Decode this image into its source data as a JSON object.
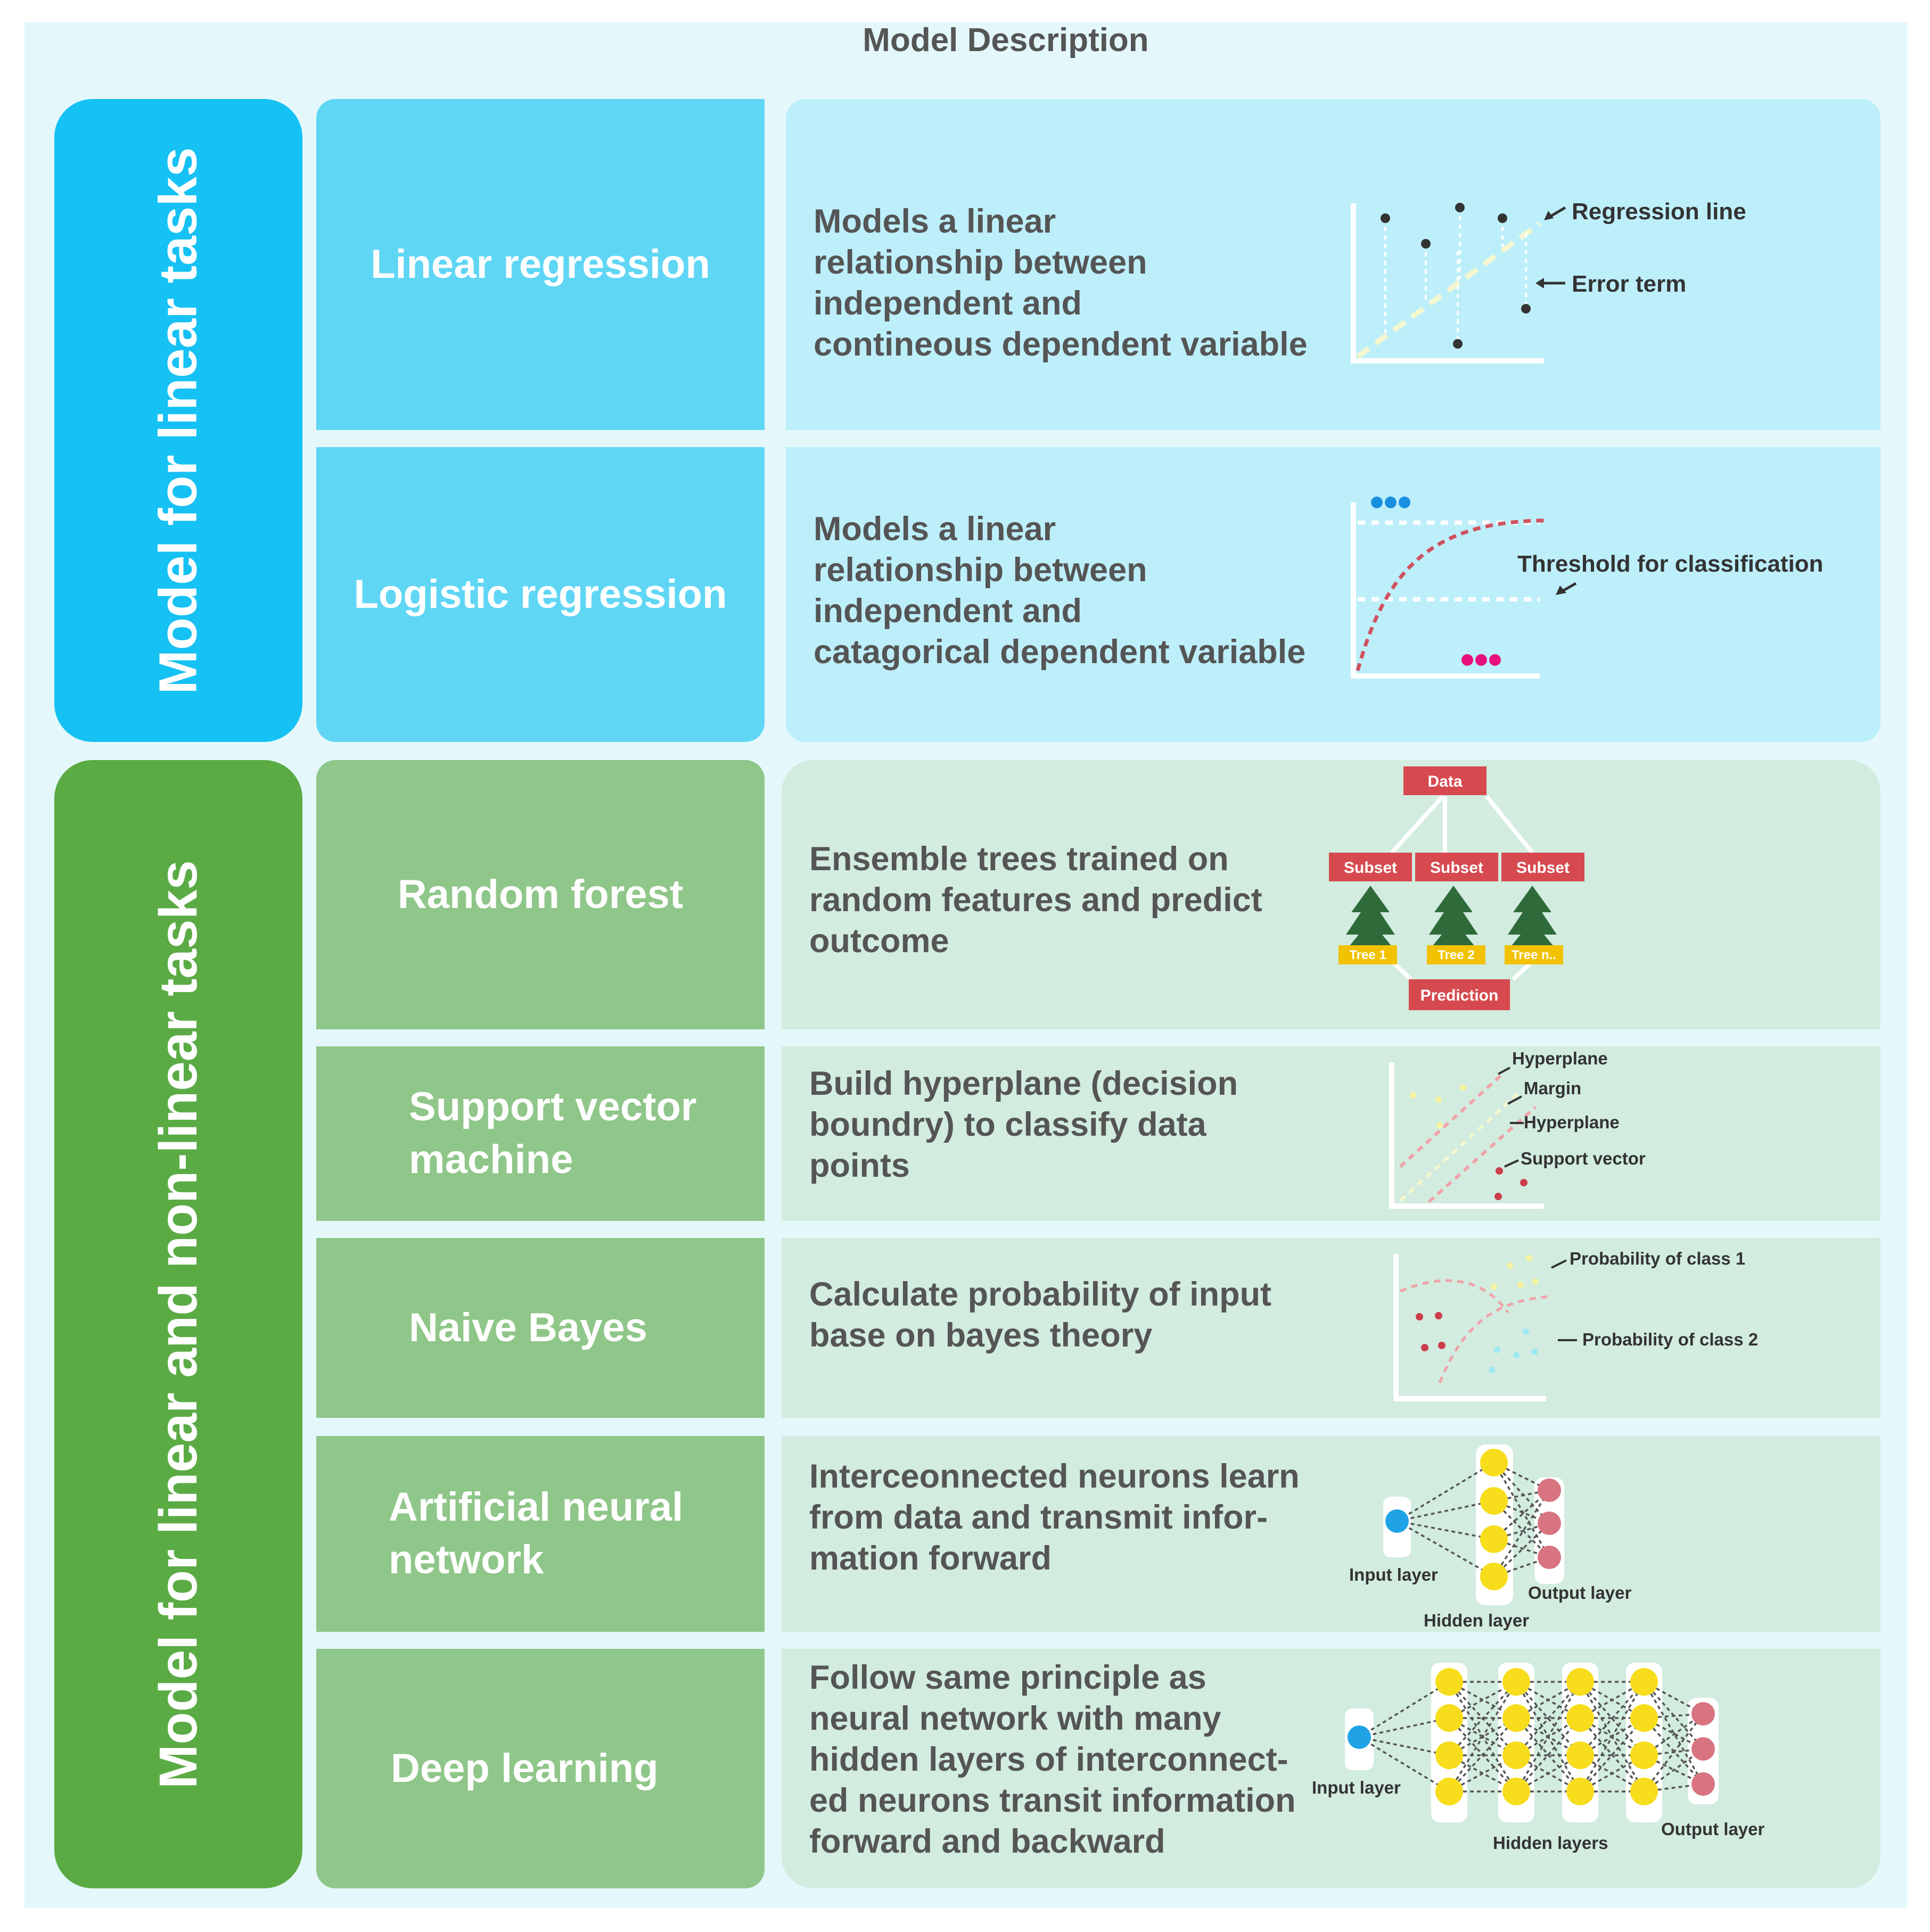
{
  "title": "Model Description",
  "groups": {
    "linear": "Model for linear  tasks",
    "nonlinear": "Model for linear and non-linear tasks"
  },
  "models": [
    {
      "name": "Linear regression",
      "description": "Models a linear\nrelationship between\nindependent and\ncontineous dependent variable"
    },
    {
      "name": "Logistic regression",
      "description": "Models a linear\nrelationship between\nindependent and\ncatagorical dependent variable"
    },
    {
      "name": "Random forest",
      "description": "Ensemble trees trained on\nrandom features and predict\noutcome"
    },
    {
      "name": "Support vector\nmachine",
      "description": "Build hyperplane (decision\nboundry) to classify data\npoints"
    },
    {
      "name": "Naive Bayes",
      "description": "Calculate probability of input\nbase on bayes theory"
    },
    {
      "name": "Artificial neural\nnetwork",
      "description": "Interceonnected neurons learn\nfrom data and transmit infor-\nmation forward"
    },
    {
      "name": "Deep learning",
      "description": "Follow same principle as\nneural network with many\nhidden layers of interconnect-\ned neurons transit information\nforward and backward"
    }
  ],
  "figures": {
    "linear_regression": {
      "regression_line": "Regression line",
      "error_term": "Error term"
    },
    "logistic_regression": {
      "threshold": "Threshold for classification"
    },
    "random_forest": {
      "data": "Data",
      "subset": "Subset",
      "trees": [
        "Tree 1",
        "Tree 2",
        "Tree n.."
      ],
      "prediction": "Prediction"
    },
    "svm": {
      "hyperplane_top": "Hyperplane",
      "margin": "Margin",
      "hyperplane": "Hyperplane",
      "support_vector": "Support vector"
    },
    "naive_bayes": {
      "class1": "Probability of class 1",
      "class2": "Probability of class 2"
    },
    "ann": {
      "input": "Input layer",
      "hidden": "Hidden layer",
      "output": "Output  layer"
    },
    "deep_learning": {
      "input": "Input layer",
      "hidden": "Hidden layers",
      "output": "Output  layer"
    }
  },
  "colors": {
    "linear_group": "#16c1f4",
    "linear_name": "#60d6f5",
    "linear_desc": "#bdeffb",
    "nonlinear_group": "#5bab45",
    "nonlinear_name": "#8fc689",
    "nonlinear_desc": "#d2ecdf",
    "text": "#555555",
    "box_red": "#d64a4f",
    "neuron_yellow": "#f7dd1c",
    "neuron_red": "#d87480",
    "neuron_blue": "#1fa3e6"
  }
}
